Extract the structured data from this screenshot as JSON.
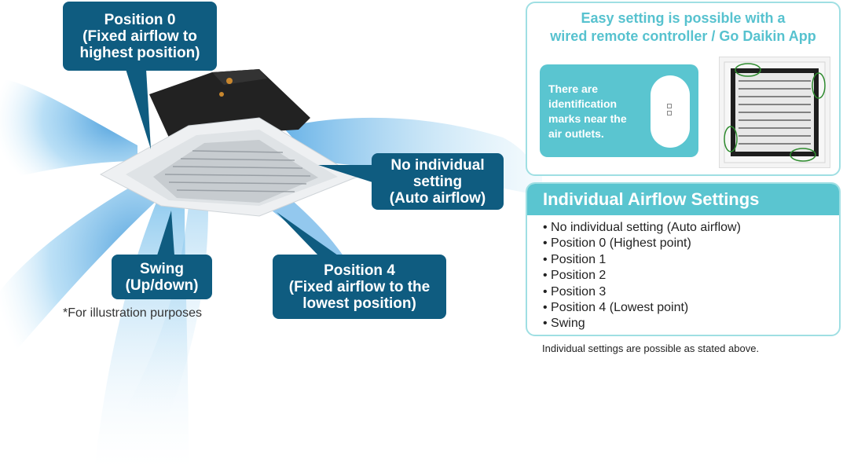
{
  "callouts": {
    "position0": [
      "Position 0",
      "(Fixed airflow to",
      "highest position)"
    ],
    "no_individual": [
      "No individual",
      "setting",
      "(Auto airflow)"
    ],
    "swing": [
      "Swing",
      "(Up/down)"
    ],
    "position4": [
      "Position 4",
      "(Fixed airflow to the",
      "lowest position)"
    ]
  },
  "illustration_note": "*For illustration purposes",
  "easy_setting": {
    "title_lines": [
      "Easy setting is possible with a",
      "wired remote controller / Go Daikin App"
    ],
    "marks_lines": [
      "There are",
      "identification",
      "marks near the",
      "air outlets."
    ]
  },
  "individual": {
    "title": "Individual Airflow Settings",
    "items": [
      "No individual setting (Auto airflow)",
      "Position 0 (Highest point)",
      "Position 1",
      "Position 2",
      "Position 3",
      "Position 4 (Lowest point)",
      "Swing"
    ],
    "note": "Individual settings are possible as stated above."
  },
  "colors": {
    "callout_bg": "#0f5c80",
    "accent_teal": "#5ac5d0",
    "border_teal": "#9fdfe3",
    "airflow_blue": "#4aa8e0"
  }
}
